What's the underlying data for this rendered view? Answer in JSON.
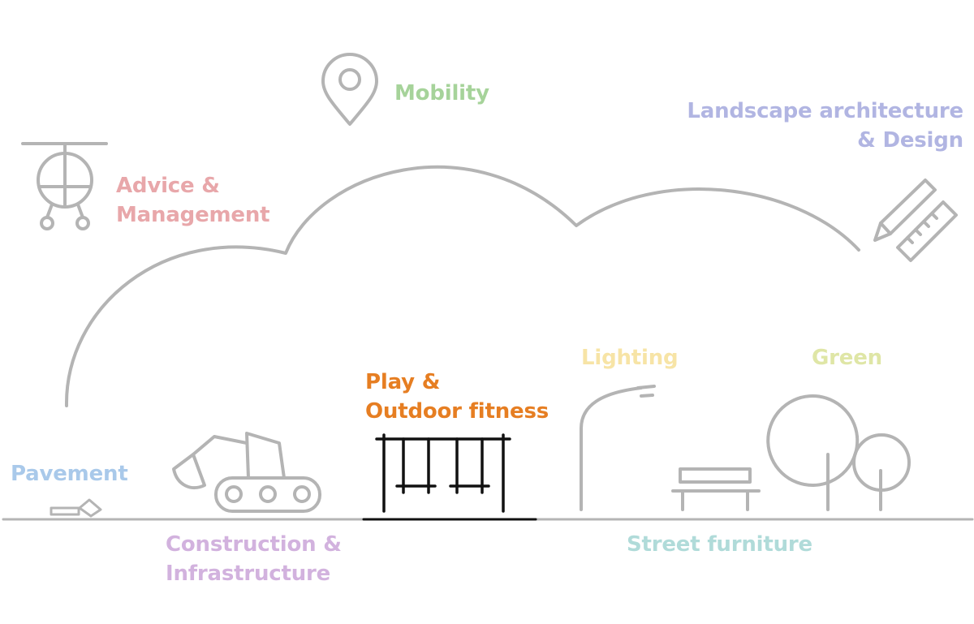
{
  "categories": {
    "mobility": {
      "lines": [
        "Mobility"
      ],
      "color": "#a6d39a",
      "icon": "map-pin-icon"
    },
    "landscape": {
      "lines": [
        "Landscape architecture",
        "& Design"
      ],
      "color": "#b1b5e2",
      "icon": "pencil-ruler-icon"
    },
    "advice": {
      "lines": [
        "Advice &",
        "Management"
      ],
      "color": "#e8a7aa",
      "icon": "helicopter-icon"
    },
    "play": {
      "lines": [
        "Play &",
        "Outdoor fitness"
      ],
      "color": "#e67e22",
      "icon": "swing-set-icon"
    },
    "lighting": {
      "lines": [
        "Lighting"
      ],
      "color": "#f7e4a6",
      "icon": "street-lamp-icon"
    },
    "green": {
      "lines": [
        "Green"
      ],
      "color": "#dfe6a6",
      "icon": "trees-icon"
    },
    "pavement": {
      "lines": [
        "Pavement"
      ],
      "color": "#a9c9ea",
      "icon": "paving-stones-icon"
    },
    "construction": {
      "lines": [
        "Construction &",
        "Infrastructure"
      ],
      "color": "#d2b2de",
      "icon": "excavator-icon"
    },
    "streetfurniture": {
      "lines": [
        "Street furniture"
      ],
      "color": "#b0dbd9",
      "icon": "bench-icon"
    }
  },
  "colors": {
    "line": "#b4b4b4",
    "active_icon": "#111111"
  }
}
